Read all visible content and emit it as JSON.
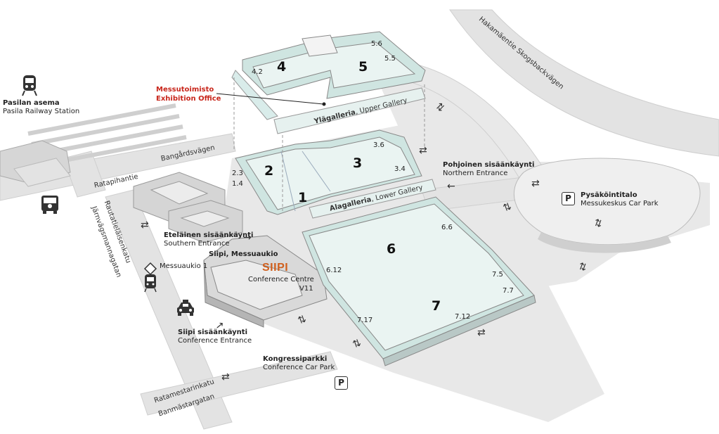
{
  "colors": {
    "road": "#e6e6e6",
    "building": "#d8d8d8",
    "building_dark": "#b5b5b5",
    "hall_floor": "#eaf4f2",
    "accent_red": "#c8261b",
    "siipi_orange": "#d0601e"
  },
  "halls": [
    {
      "id": "1",
      "label": "1"
    },
    {
      "id": "2",
      "label": "2"
    },
    {
      "id": "3",
      "label": "3"
    },
    {
      "id": "4",
      "label": "4"
    },
    {
      "id": "5",
      "label": "5"
    },
    {
      "id": "6",
      "label": "6"
    },
    {
      "id": "7",
      "label": "7"
    }
  ],
  "sub_halls": [
    "5.6",
    "5.5",
    "4.2",
    "3.6",
    "3.4",
    "2.3",
    "1.4",
    "6.6",
    "6.12",
    "7.5",
    "7.7",
    "7.12",
    "7.17",
    "V11"
  ],
  "galleries": {
    "upper": {
      "fi": "Ylägalleria",
      "en": "Upper Gallery"
    },
    "lower": {
      "fi": "Alagalleria",
      "en": "Lower Gallery"
    }
  },
  "exhibition_office": {
    "fi": "Messutoimisto",
    "en": "Exhibition Office"
  },
  "pasila_station": {
    "fi": "Pasilan asema",
    "en": "Pasila Railway Station"
  },
  "northern_entrance": {
    "fi": "Pohjoinen sisäänkäynti",
    "en": "Northern Entrance"
  },
  "southern_entrance": {
    "fi": "Eteläinen sisäänkäynti",
    "en": "Southern Entrance"
  },
  "siipi": {
    "title": "Siipi, Messuaukio",
    "logo": "SIIPI",
    "subtitle": "Conference Centre"
  },
  "conference_entrance": {
    "fi": "Siipi sisäänkäynti",
    "en": "Conference Entrance"
  },
  "car_park": {
    "fi": "Pysäköintitalo",
    "en": "Messukeskus Car Park"
  },
  "conference_car_park": {
    "fi": "Kongressiparkki",
    "en": "Conference Car Park"
  },
  "tram_stop": "Messuaukio 1",
  "parking_symbol": "P",
  "streets": {
    "hakamaentie": "Hakamäentie Skogsbackvägen",
    "bangardsvagen": "Bangårdsvägen",
    "ratapihantie": "Ratapihantie",
    "rautatielaisenkatu": "Rautatieläisenkatu",
    "jarnvagsmannagatan": "Järnvägsmannagatan",
    "ratamestarinkatu": "Ratamestarinkatu",
    "banmastargatan": "Banmästargatan"
  },
  "icons": [
    "train-icon",
    "bus-icon",
    "tram-icon",
    "taxi-icon",
    "parking-icon"
  ]
}
